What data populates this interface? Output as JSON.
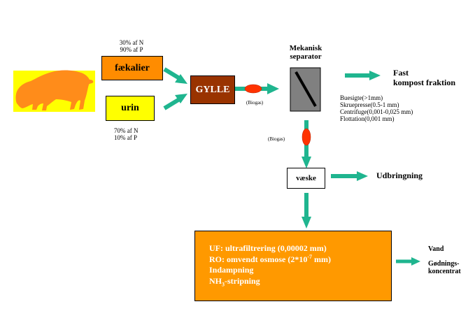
{
  "colors": {
    "pig_bg": "#ffff00",
    "pig": "#ff8c1a",
    "faekalier_fill": "#ff8c00",
    "urin_fill": "#ffff00",
    "gylle_fill": "#993300",
    "separator_fill": "#808080",
    "arrow": "#1fb58f",
    "biogas": "#ff3300",
    "treatment_fill": "#ff9900"
  },
  "animal": {
    "icon": "pig-silhouette"
  },
  "faekalier": {
    "label": "fækalier",
    "n_share": "30% af N",
    "p_share": "90% af P"
  },
  "urin": {
    "label": "urin",
    "n_share": "70% af N",
    "p_share": "10% af P"
  },
  "gylle": {
    "label": "GYLLE"
  },
  "biogas_horizontal": {
    "label": "(Biogas)"
  },
  "biogas_vertical": {
    "label": "(Biogas)"
  },
  "separator": {
    "title_line1": "Mekanisk",
    "title_line2": "separator"
  },
  "solid": {
    "line1": "Fast",
    "line2": "kompost fraktion"
  },
  "methods": [
    "Buesigte(>1mm)",
    "Skruepresse(0.5-1 mm)",
    "Centrifuge(0,001-0,025 mm)",
    "Flottation(0,001 mm)"
  ],
  "liquid": {
    "label": "væske"
  },
  "spreading": {
    "label": "Udbringning"
  },
  "treatment": {
    "line1": "UF: ultrafiltrering (0,00002  mm)",
    "line2_pre": "RO: omvendt osmose (2*10",
    "line2_sup": "-7",
    "line2_post": " mm)",
    "line3": "Indampning",
    "line4_pre": "NH",
    "line4_sub": "3",
    "line4_post": "-stripning"
  },
  "outputs": {
    "water": "Vand",
    "concentrate_line1": "Gødnings-",
    "concentrate_line2": "koncentrat"
  }
}
